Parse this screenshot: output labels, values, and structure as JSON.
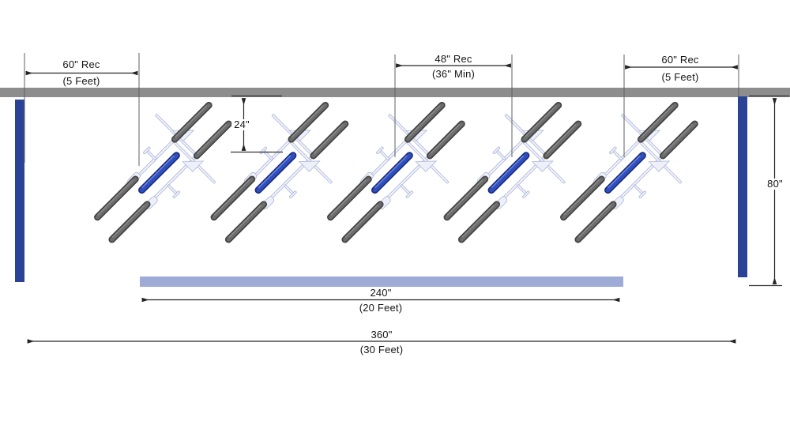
{
  "diagram": {
    "title": "bike-parking-layout-plan-view",
    "labels": {
      "left_clearance": {
        "value": "60\" Rec",
        "note": "(5 Feet)"
      },
      "rack_spacing": {
        "value": "48\" Rec",
        "note": "(36\" Min)"
      },
      "right_clearance": {
        "value": "60\" Rec",
        "note": "(5 Feet)"
      },
      "wall_setback": {
        "value": "24\""
      },
      "stall_depth": {
        "value": "80\""
      },
      "rail_length": {
        "value": "240\"",
        "note": "(20 Feet)"
      },
      "overall_width": {
        "value": "360\"",
        "note": "(30 Feet)"
      }
    },
    "counts": {
      "bike_rack_units": 5
    },
    "colors": {
      "wall": "#8d8d8d",
      "posts": "#2a4397",
      "rail": "#9dabd6",
      "rack_bar": "#2f4fbe",
      "wheels": "#5e5e5e",
      "bike_frame": "#edeff9",
      "dimension_lines": "#242424"
    }
  }
}
